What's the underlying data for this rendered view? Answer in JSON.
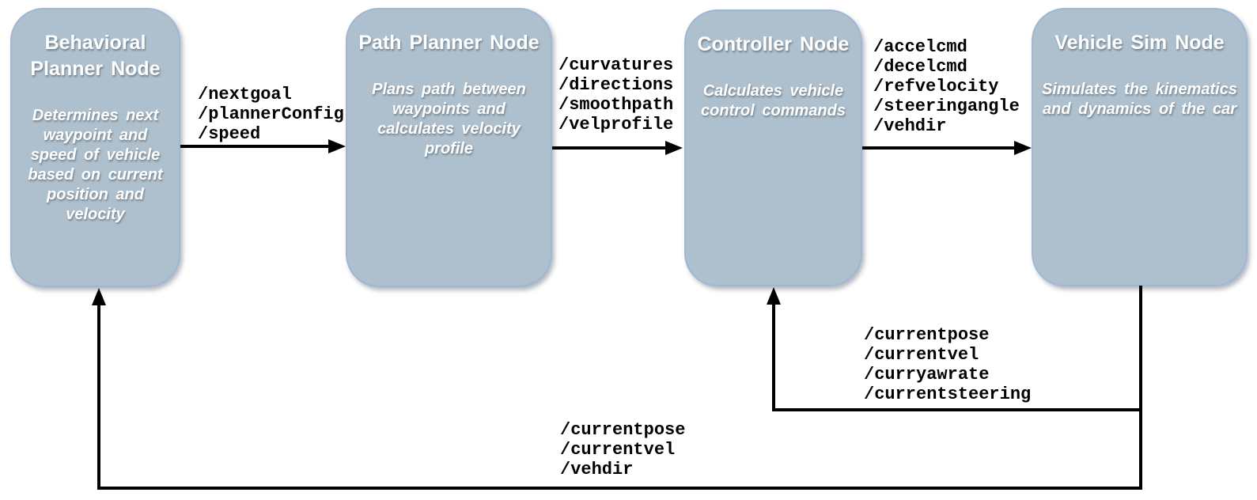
{
  "colors": {
    "background": "#ffffff",
    "node_fill": "#aec0cd",
    "node_border": "#9fb7d4",
    "node_text": "#ffffff",
    "arrow": "#000000",
    "label_text": "#000000"
  },
  "nodes": [
    {
      "title": "Behavioral Planner Node",
      "description": "Determines next waypoint and speed of vehicle based on current position and velocity"
    },
    {
      "title": "Path Planner Node",
      "description": "Plans path between waypoints and calculates velocity profile"
    },
    {
      "title": "Controller Node",
      "description": "Calculates vehicle control commands"
    },
    {
      "title": "Vehicle Sim Node",
      "description": "Simulates the kinematics and dynamics of the car"
    }
  ],
  "edges": [
    {
      "from": "Behavioral Planner Node",
      "to": "Path Planner Node",
      "labels": [
        "/nextgoal",
        "/plannerConfig",
        "/speed"
      ]
    },
    {
      "from": "Path Planner Node",
      "to": "Controller Node",
      "labels": [
        "/curvatures",
        "/directions",
        "/smoothpath",
        "/velprofile"
      ]
    },
    {
      "from": "Controller Node",
      "to": "Vehicle Sim Node",
      "labels": [
        "/accelcmd",
        "/decelcmd",
        "/refvelocity",
        "/steeringangle",
        "/vehdir"
      ]
    },
    {
      "from": "Vehicle Sim Node",
      "to": "Controller Node",
      "labels": [
        "/currentpose",
        "/currentvel",
        "/curryawrate",
        "/currentsteering"
      ]
    },
    {
      "from": "Vehicle Sim Node",
      "to": "Behavioral Planner Node",
      "labels": [
        "/currentpose",
        "/currentvel",
        "/vehdir"
      ]
    }
  ]
}
